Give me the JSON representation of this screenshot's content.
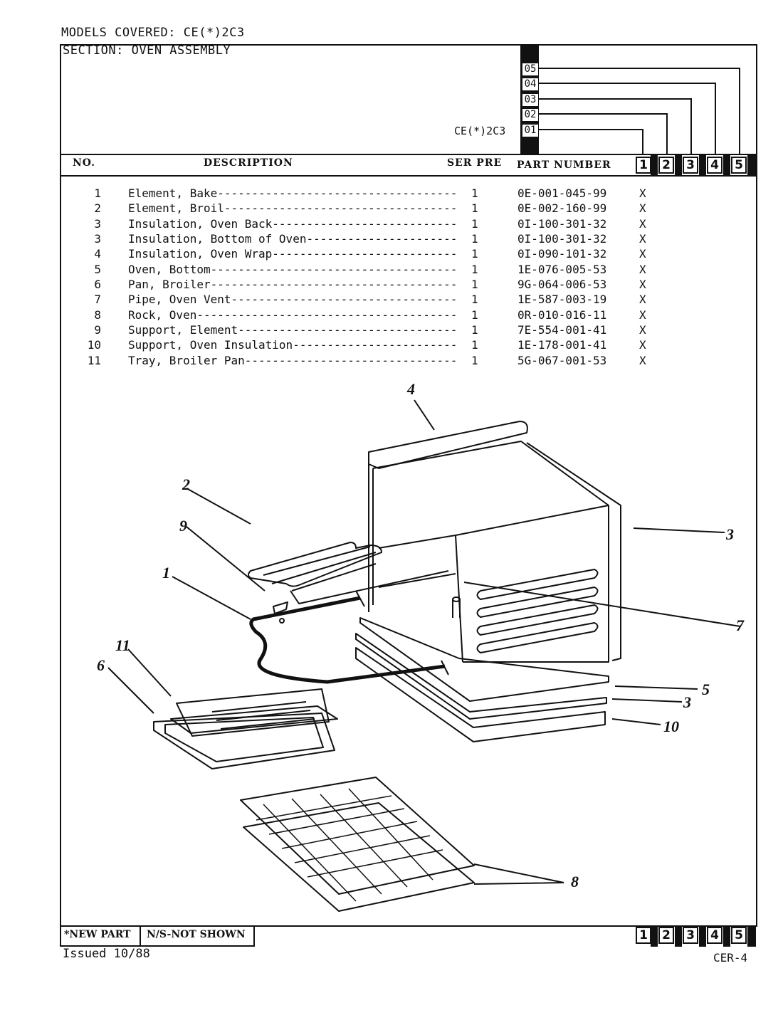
{
  "header": {
    "models_covered": "MODELS COVERED:  CE(*)2C3",
    "section": "SECTION:  OVEN ASSEMBLY",
    "model_label": "CE(*)2C3",
    "model_codes": [
      "05",
      "04",
      "03",
      "02",
      "01"
    ]
  },
  "table": {
    "columns": {
      "no": "NO.",
      "description": "DESCRIPTION",
      "ser_pre": "SER PRE",
      "part_number": "PART NUMBER"
    },
    "column_numbers": [
      "1",
      "2",
      "3",
      "4",
      "5"
    ],
    "rows": [
      {
        "no": "1",
        "description": "Element, Bake",
        "qty": "1",
        "part_number": "0E-001-045-99",
        "mark": "X"
      },
      {
        "no": "2",
        "description": "Element, Broil",
        "qty": "1",
        "part_number": "0E-002-160-99",
        "mark": "X"
      },
      {
        "no": "3",
        "description": "Insulation, Oven Back",
        "qty": "1",
        "part_number": "0I-100-301-32",
        "mark": "X"
      },
      {
        "no": "3",
        "description": "Insulation, Bottom of Oven",
        "qty": "1",
        "part_number": "0I-100-301-32",
        "mark": "X"
      },
      {
        "no": "4",
        "description": "Insulation, Oven Wrap",
        "qty": "1",
        "part_number": "0I-090-101-32",
        "mark": "X"
      },
      {
        "no": "5",
        "description": "Oven, Bottom",
        "qty": "1",
        "part_number": "1E-076-005-53",
        "mark": "X"
      },
      {
        "no": "6",
        "description": "Pan, Broiler",
        "qty": "1",
        "part_number": "9G-064-006-53",
        "mark": "X"
      },
      {
        "no": "7",
        "description": "Pipe, Oven Vent",
        "qty": "1",
        "part_number": "1E-587-003-19",
        "mark": "X"
      },
      {
        "no": "8",
        "description": "Rock, Oven",
        "qty": "1",
        "part_number": "0R-010-016-11",
        "mark": "X"
      },
      {
        "no": "9",
        "description": "Support, Element",
        "qty": "1",
        "part_number": "7E-554-001-41",
        "mark": "X"
      },
      {
        "no": "10",
        "description": "Support, Oven Insulation",
        "qty": "1",
        "part_number": "1E-178-001-41",
        "mark": "X"
      },
      {
        "no": "11",
        "description": "Tray, Broiler Pan",
        "qty": "1",
        "part_number": "5G-067-001-53",
        "mark": "X"
      }
    ]
  },
  "diagram": {
    "callouts": [
      "4",
      "2",
      "9",
      "1",
      "3",
      "7",
      "5",
      "3",
      "10",
      "11",
      "6",
      "8"
    ]
  },
  "footer": {
    "new_part": "*NEW PART",
    "not_shown": "N/S-NOT SHOWN",
    "column_numbers": [
      "1",
      "2",
      "3",
      "4",
      "5"
    ],
    "issued": "Issued 10/88",
    "page_code": "CER-4"
  }
}
